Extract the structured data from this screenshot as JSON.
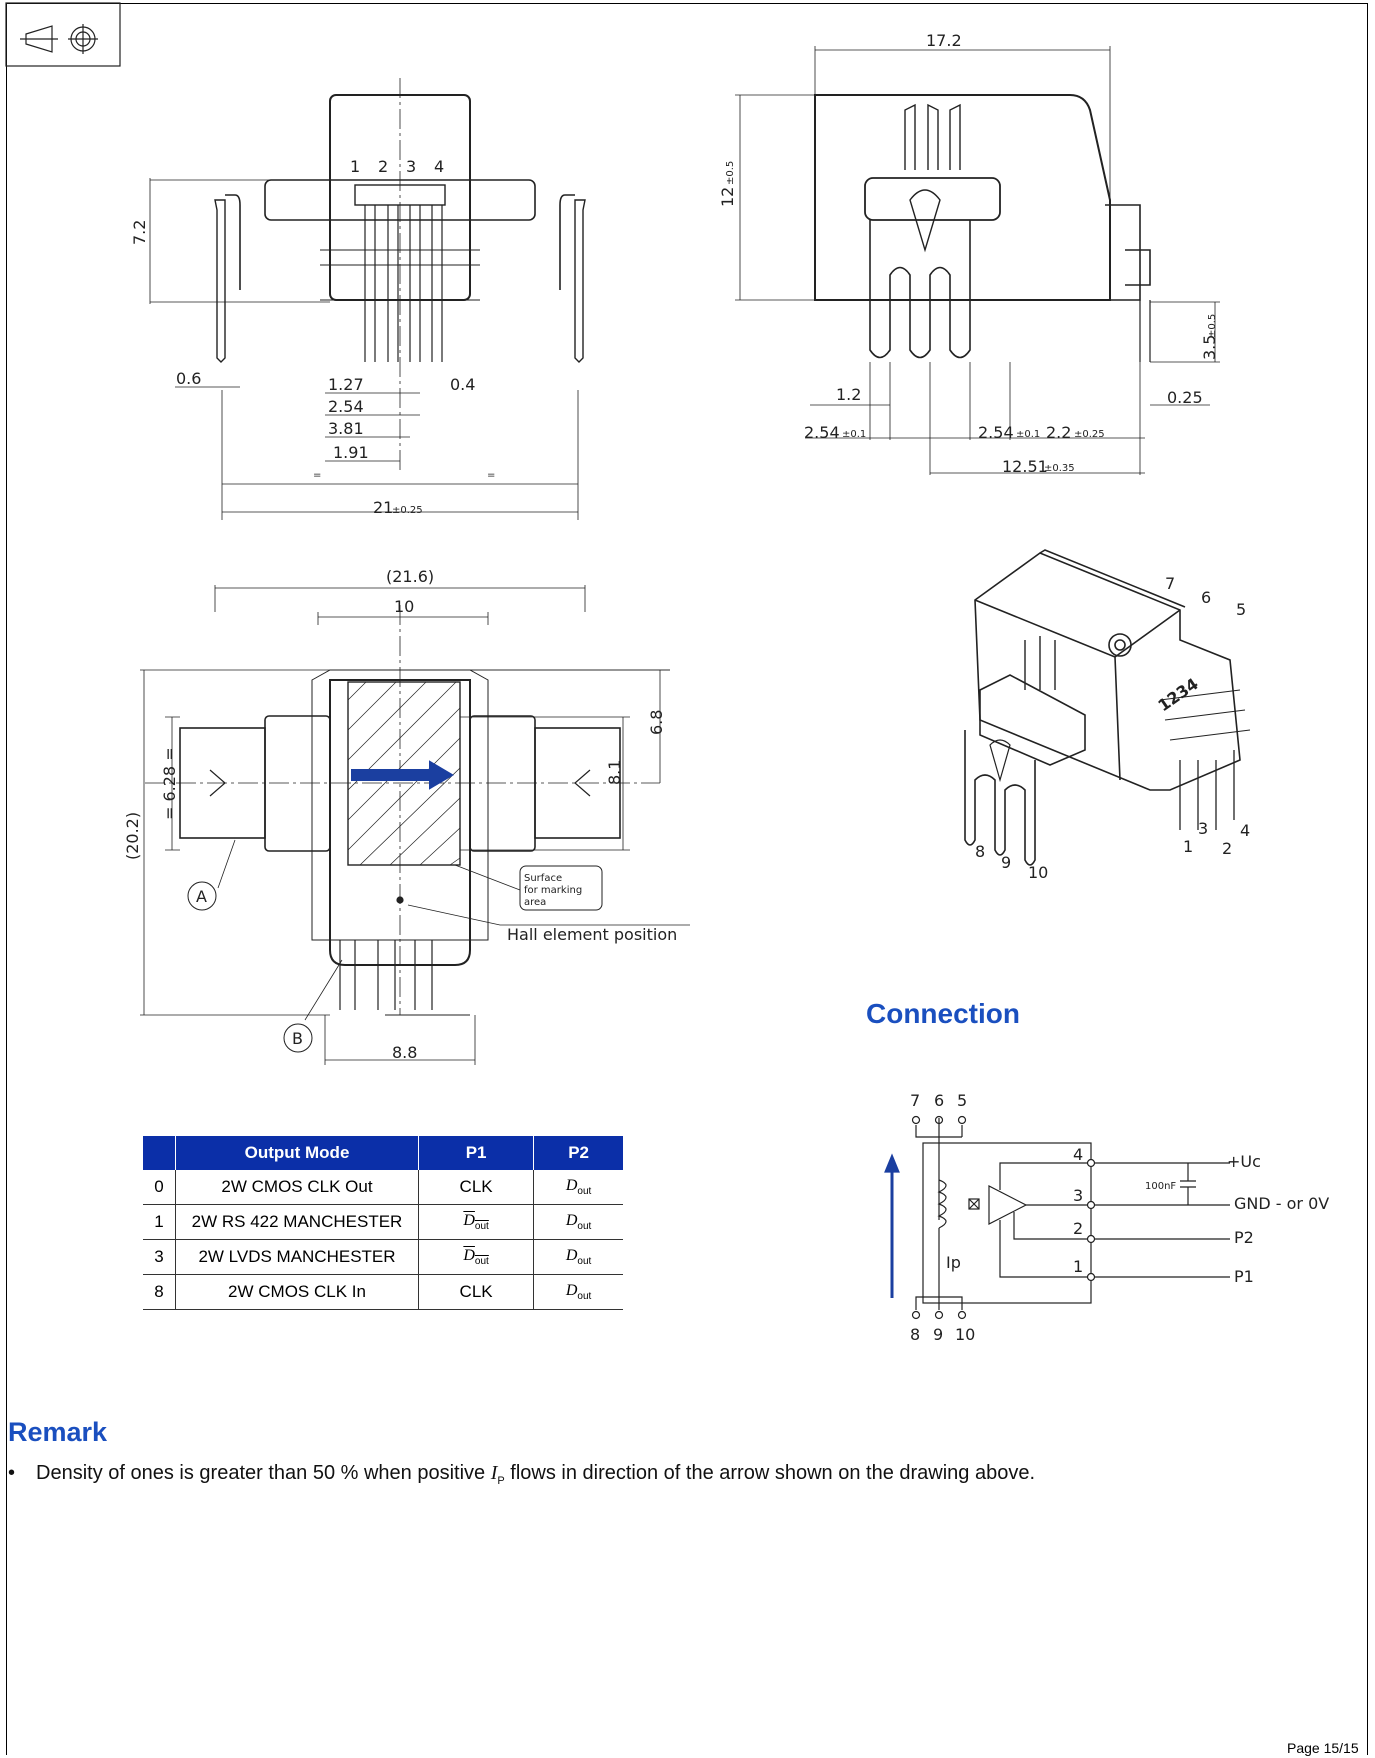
{
  "drawing": {
    "front": {
      "pins": [
        "1",
        "2",
        "3",
        "4"
      ],
      "dims": {
        "h": "7.2",
        "pin_w": "0.6",
        "p127": "1.27",
        "p04": "0.4",
        "p254": "2.54",
        "p381": "3.81",
        "p191": "1.91",
        "eq": "=",
        "w": "21",
        "w_tol": "±0.25"
      }
    },
    "side": {
      "dims": {
        "w": "17.2",
        "h": "12",
        "h_tol": "±0.5",
        "pin": "3.5",
        "pin_tol": "±0.5",
        "d12": "1.2",
        "d025": "0.25",
        "d254a": "2.54",
        "d254a_tol": "±0.1",
        "d254b": "2.54",
        "d254b_tol": "±0.1",
        "d22": "2.2",
        "d22_tol": "±0.25",
        "d1251": "12.51",
        "d1251_tol": "±0.35"
      }
    },
    "top": {
      "dims": {
        "w216": "(21.6)",
        "w10": "10",
        "h68": "6.8",
        "h81": "8.1",
        "h628": "= 6.28 =",
        "h202": "(20.2)",
        "w88": "8.8"
      },
      "labels": {
        "a": "A",
        "b": "B",
        "surface1": "Surface",
        "surface2": "for marking",
        "surface3": "area",
        "hall": "Hall element position"
      }
    },
    "iso": {
      "pins": [
        "7",
        "6",
        "5",
        "1",
        "3",
        "2",
        "4",
        "8",
        "9",
        "10"
      ],
      "marking": "1234"
    }
  },
  "connection": {
    "title": "Connection",
    "pins_top": [
      "7",
      "6",
      "5"
    ],
    "pins_bottom": [
      "8",
      "9",
      "10"
    ],
    "pin_nums": [
      "4",
      "3",
      "2",
      "1"
    ],
    "cap": "100nF",
    "outputs": [
      "+Uc",
      "GND - or 0V",
      "P2",
      "P1"
    ],
    "ip": "Ip"
  },
  "table": {
    "headers": [
      "",
      "Output Mode",
      "P1",
      "P2"
    ],
    "rows": [
      {
        "n": "0",
        "mode": "2W CMOS CLK Out",
        "p1": "CLK",
        "p1_sym": false
      },
      {
        "n": "1",
        "mode": "2W RS 422 MANCHESTER",
        "p1": "D",
        "p1_sym": true
      },
      {
        "n": "3",
        "mode": "2W LVDS MANCHESTER",
        "p1": "D",
        "p1_sym": true
      },
      {
        "n": "8",
        "mode": "2W CMOS CLK In",
        "p1": "CLK",
        "p1_sym": false
      }
    ],
    "sym_main": "D",
    "sym_sub": "out"
  },
  "remark": {
    "title": "Remark",
    "bullet": "•",
    "text_before": "Density of ones is greater than 50 % when positive ",
    "var": "I",
    "var_sub": "P",
    "text_after": " flows in direction of the arrow shown on the drawing above."
  },
  "page": "Page 15/15"
}
